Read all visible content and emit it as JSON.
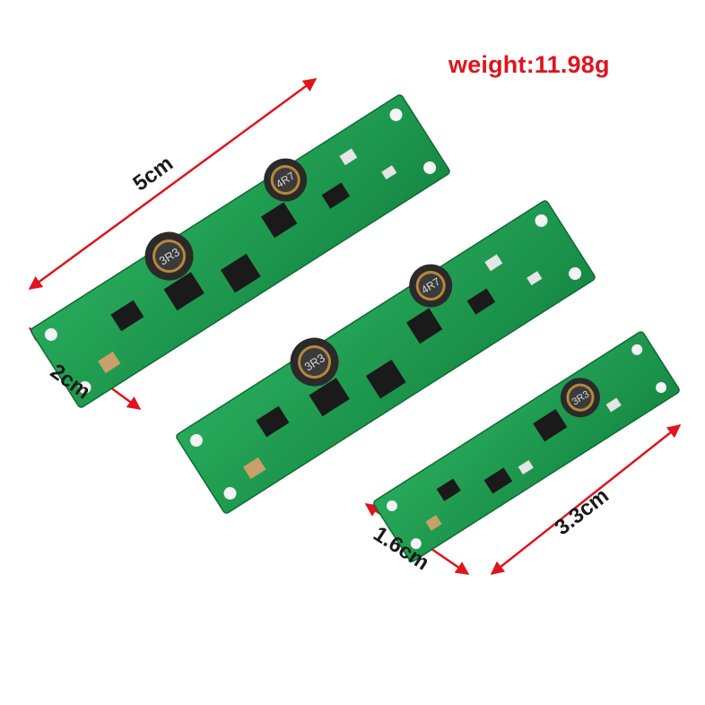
{
  "weight_label": "weight:11.98g",
  "dimensions": {
    "large_length": "5cm",
    "large_width": "2cm",
    "small_width": "1.6cm",
    "small_length": "3.3cm"
  },
  "inductor_markings": {
    "large_upper": "4R7",
    "large_lower": "3R3",
    "small": "3R3"
  },
  "colors": {
    "pcb_green": "#1f9a4f",
    "arrow_red": "#e0141c",
    "weight_text": "#e0141c"
  }
}
